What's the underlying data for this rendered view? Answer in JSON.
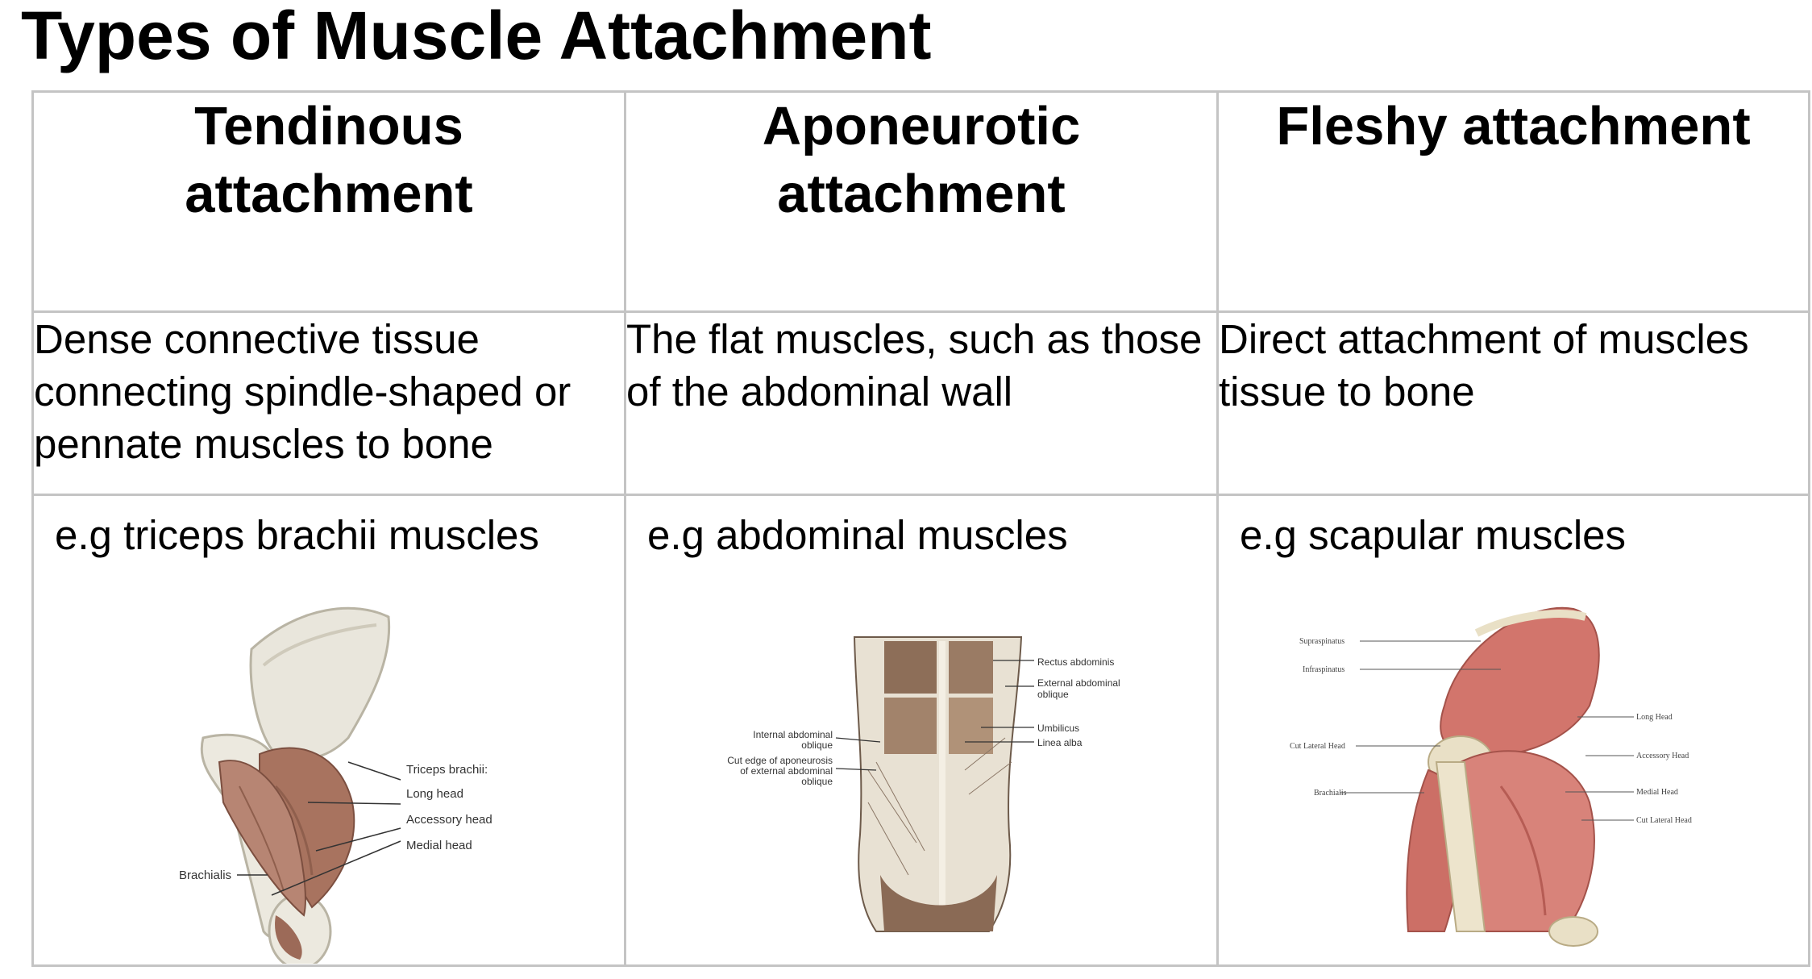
{
  "title": "Types of Muscle Attachment",
  "columns": [
    {
      "heading": "Tendinous attachment",
      "description": "Dense connective tissue connecting spindle-shaped or pennate muscles to bone",
      "example": "e.g triceps brachii muscles",
      "figure_labels": {
        "group": "Triceps brachii:",
        "long_head": "Long head",
        "accessory_head": "Accessory head",
        "medial_head": "Medial head",
        "brachialis": "Brachialis"
      }
    },
    {
      "heading": "Aponeurotic attachment",
      "description": "The flat muscles, such as those of the abdominal wall",
      "example": "e.g abdominal muscles",
      "figure_labels": {
        "rectus": "Rectus abdominis",
        "external_1": "External abdominal",
        "external_2": "oblique",
        "umbilicus": "Umbilicus",
        "linea": "Linea alba",
        "internal_1": "Internal abdominal",
        "internal_2": "oblique",
        "cut_1": "Cut edge of aponeurosis",
        "cut_2": "of external abdominal",
        "cut_3": "oblique"
      }
    },
    {
      "heading": "Fleshy attachment",
      "description": "Direct attachment of muscles tissue to bone",
      "example": "e.g scapular muscles",
      "figure_labels": {
        "supraspinatus": "Supraspinatus",
        "infraspinatus": "Infraspinatus",
        "cut_lateral_left": "Cut Lateral Head",
        "brachialis": "Brachialis",
        "long_head": "Long Head",
        "accessory_head": "Accessory Head",
        "medial_head": "Medial Head",
        "cut_lateral_right": "Cut Lateral Head"
      }
    }
  ],
  "colors": {
    "border": "#c4c4c4",
    "bone": "#e9e6dc",
    "muscle_brown": "#a8735f",
    "muscle_red": "#d2756c"
  }
}
